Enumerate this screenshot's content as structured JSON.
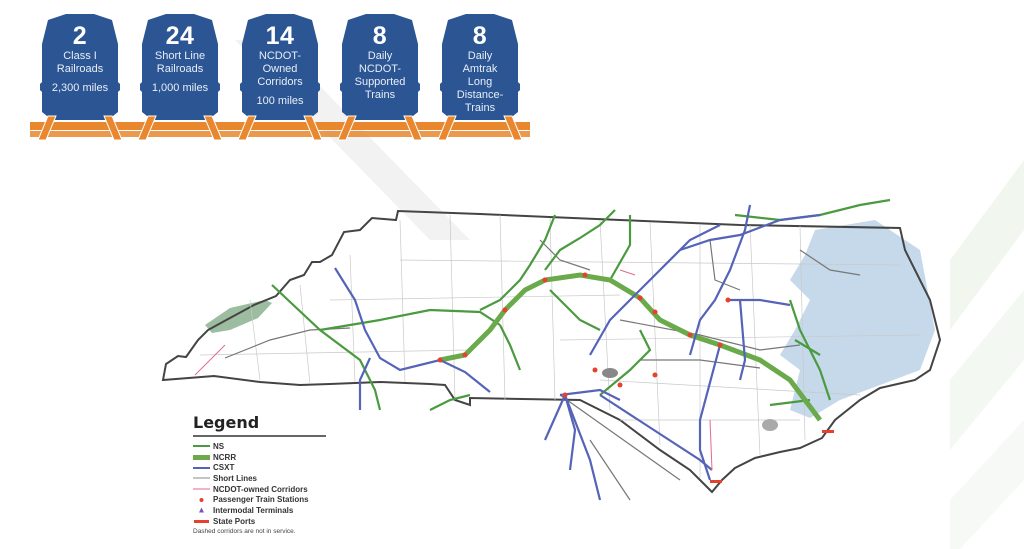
{
  "stats": [
    {
      "number": "2",
      "label_lines": [
        "Class I",
        "Railroads"
      ],
      "sub": "2,300 miles"
    },
    {
      "number": "24",
      "label_lines": [
        "Short Line",
        "Railroads"
      ],
      "sub": "1,000 miles"
    },
    {
      "number": "14",
      "label_lines": [
        "NCDOT-",
        "Owned",
        "Corridors"
      ],
      "sub": "100 miles"
    },
    {
      "number": "8",
      "label_lines": [
        "Daily",
        "NCDOT-",
        "Supported",
        "Trains"
      ],
      "sub": ""
    },
    {
      "number": "8",
      "label_lines": [
        "Daily",
        "Amtrak",
        "Long",
        "Distance-",
        "Trains"
      ],
      "sub": ""
    }
  ],
  "colors": {
    "badge_blue": "#2b5593",
    "rail_orange": "#e8872e",
    "ns_green": "#4a9a3f",
    "ncrr_green": "#6aaa4a",
    "csxt_blue": "#5563b8",
    "short_line_gray": "#777777",
    "ncdot_corridor_pink": "#e46a8a",
    "station_red": "#e5412d",
    "terminal_purple": "#7a55b0",
    "water_blue": "#c5d9ea",
    "mountain_green": "#9cbd9f"
  },
  "map": {
    "region": "North Carolina rail network",
    "legend": {
      "title": "Legend",
      "items": [
        {
          "label": "NS",
          "symbol": "green-line"
        },
        {
          "label": "NCRR",
          "symbol": "thick-green-line"
        },
        {
          "label": "CSXT",
          "symbol": "blue-line"
        },
        {
          "label": "Short Lines",
          "symbol": "gray-line"
        },
        {
          "label": "NCDOT-owned Corridors",
          "symbol": "pink-line"
        },
        {
          "label": "Passenger Train Stations",
          "symbol": "red-dot"
        },
        {
          "label": "Intermodal Terminals",
          "symbol": "purple-triangle"
        },
        {
          "label": "State Ports",
          "symbol": "red-bar"
        }
      ],
      "note": "Dashed corridors are not in service."
    }
  }
}
